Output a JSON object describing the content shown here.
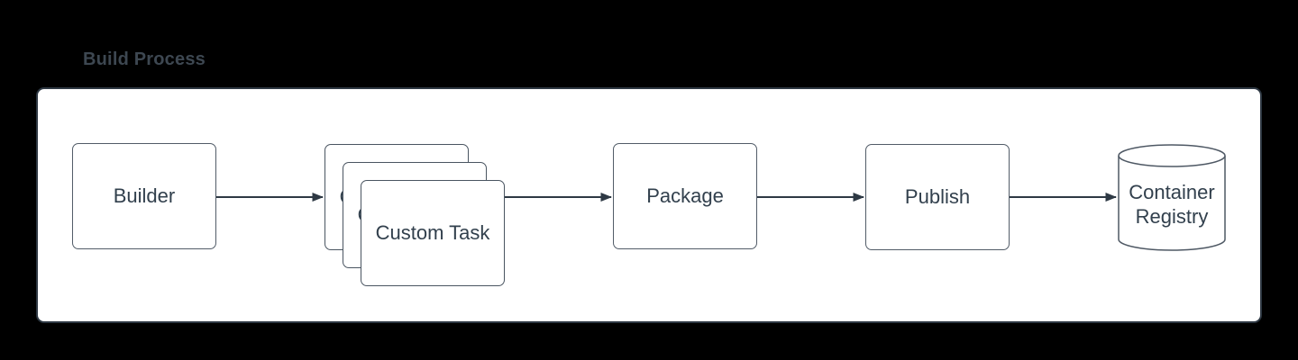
{
  "diagram": {
    "title": "Build Process",
    "nodes": {
      "builder": {
        "label": "Builder",
        "shape": "rounded-rectangle"
      },
      "custom_task": {
        "label": "Custom Task",
        "shape": "stacked-rounded-rectangles",
        "stack_count": 3
      },
      "package": {
        "label": "Package",
        "shape": "rounded-rectangle"
      },
      "publish": {
        "label": "Publish",
        "shape": "rounded-rectangle"
      },
      "container_registry": {
        "label": "Container Registry",
        "shape": "cylinder"
      }
    },
    "connections": [
      {
        "from": "builder",
        "to": "custom_task",
        "style": "arrow"
      },
      {
        "from": "custom_task",
        "to": "package",
        "style": "arrow"
      },
      {
        "from": "package",
        "to": "publish",
        "style": "arrow"
      },
      {
        "from": "publish",
        "to": "container_registry",
        "style": "arrow"
      }
    ],
    "colors": {
      "canvas_background": "#000000",
      "page_fill": "#ffffff",
      "page_border": "#2d3742",
      "node_fill": "#ffffff",
      "node_border": "#4e5864",
      "node_text": "#32404d",
      "arrow": "#2e3944",
      "title_text": "#3d4751"
    }
  }
}
